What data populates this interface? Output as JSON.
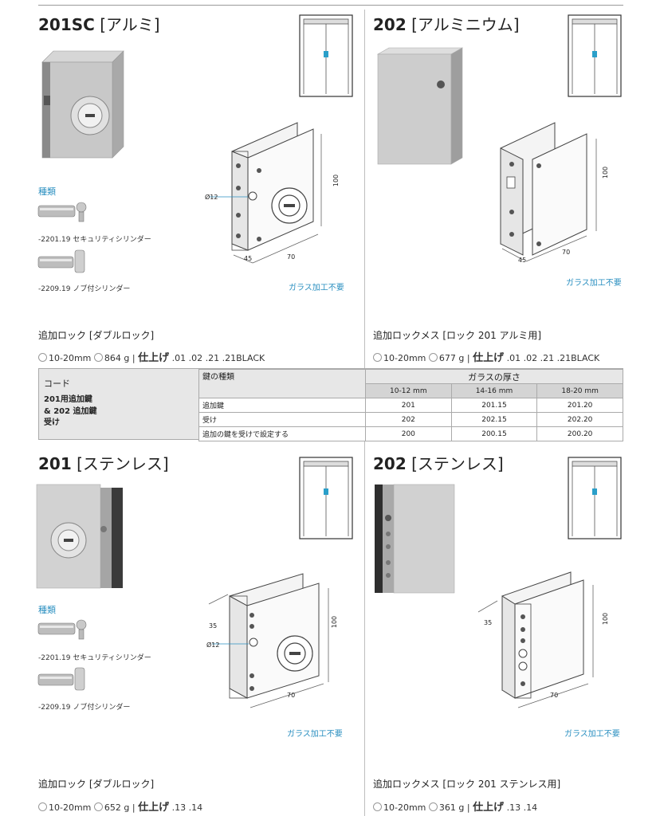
{
  "sections": {
    "s201sc": {
      "model": "201SC",
      "material": "[アルミ]",
      "kinds_label": "種類",
      "cyl1": "-2201.19 セキュリティシリンダー",
      "cyl2": "-2209.19 ノブ付シリンダー",
      "dim_d": "Ø12",
      "dim_h": "100",
      "dim_w": "70",
      "dim_t": "45",
      "note": "ガラス加工不要",
      "caption": "追加ロック [ダブルロック]",
      "spec_glass": "10-20mm",
      "spec_weight": "864 g",
      "spec_finish_label": "仕上げ",
      "spec_finishes": ".01 .02 .21 .21BLACK"
    },
    "s202al": {
      "model": "202",
      "material": "[アルミニウム]",
      "dim_h": "100",
      "dim_w": "70",
      "dim_t": "45",
      "note": "ガラス加工不要",
      "caption": "追加ロックメス [ロック 201 アルミ用]",
      "spec_glass": "10-20mm",
      "spec_weight": "677 g",
      "spec_finish_label": "仕上げ",
      "spec_finishes": ".01 .02 .21 .21BLACK"
    },
    "s201ss": {
      "model": "201",
      "material": "[ステンレス]",
      "kinds_label": "種類",
      "cyl1": "-2201.19 セキュリティシリンダー",
      "cyl2": "-2209.19 ノブ付シリンダー",
      "dim_d": "Ø12",
      "dim_h": "100",
      "dim_w": "70",
      "dim_t": "35",
      "note": "ガラス加工不要",
      "caption": "追加ロック [ダブルロック]",
      "spec_glass": "10-20mm",
      "spec_weight": "652 g",
      "spec_finish_label": "仕上げ",
      "spec_finishes": ".13 .14"
    },
    "s202ss": {
      "model": "202",
      "material": "[ステンレス]",
      "dim_h": "100",
      "dim_w": "70",
      "dim_t": "35",
      "note": "ガラス加工不要",
      "caption": "追加ロックメス [ロック 201 ステンレス用]",
      "spec_glass": "10-20mm",
      "spec_weight": "361 g",
      "spec_finish_label": "仕上げ",
      "spec_finishes": ".13 .14"
    }
  },
  "table": {
    "code_label": "コード",
    "code_desc_1": "201用追加鍵",
    "code_desc_2": "& 202 追加鍵",
    "code_desc_3": "受け",
    "key_type_header": "鍵の種類",
    "glass_header": "ガラスの厚さ",
    "thickness": [
      "10-12 mm",
      "14-16 mm",
      "18-20 mm"
    ],
    "rows": [
      {
        "label": "追加鍵",
        "values": [
          "201",
          "201.15",
          "201.20"
        ]
      },
      {
        "label": "受け",
        "values": [
          "202",
          "202.15",
          "202.20"
        ]
      },
      {
        "label": "追加の鍵を受けで設定する",
        "values": [
          "200",
          "200.15",
          "200.20"
        ]
      }
    ]
  },
  "colors": {
    "accent": "#2a8fc0",
    "door_mark": "#2a9fc9",
    "table_bg": "#e7e7e7"
  }
}
